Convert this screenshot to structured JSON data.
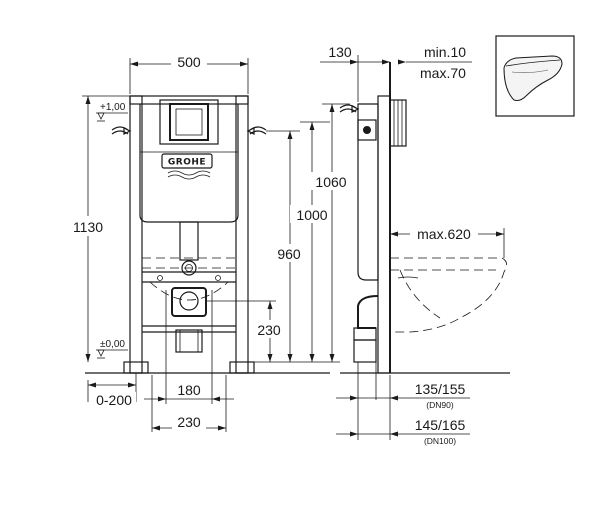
{
  "diagram": {
    "dimensions": {
      "frame_width": "500",
      "height_total": "1130",
      "height_1060": "1060",
      "height_1000": "1000",
      "height_960": "960",
      "drain_height": "230",
      "floor_adjust": "0-200",
      "feet_spacing": "180",
      "feet_spacing_outer": "230",
      "depth": "130",
      "gap_min": "min.10",
      "gap_max": "max.70",
      "bowl_max": "max.620",
      "outlet_dn90": "135/155",
      "label_dn90": "(DN90)",
      "outlet_dn100": "145/165",
      "label_dn100": "(DN100)",
      "level_top": "+1,00",
      "level_floor": "±0,00"
    },
    "brand_logo": "GROHE",
    "icons": {
      "toilet_preview": "wall-hung-toilet-icon"
    }
  }
}
